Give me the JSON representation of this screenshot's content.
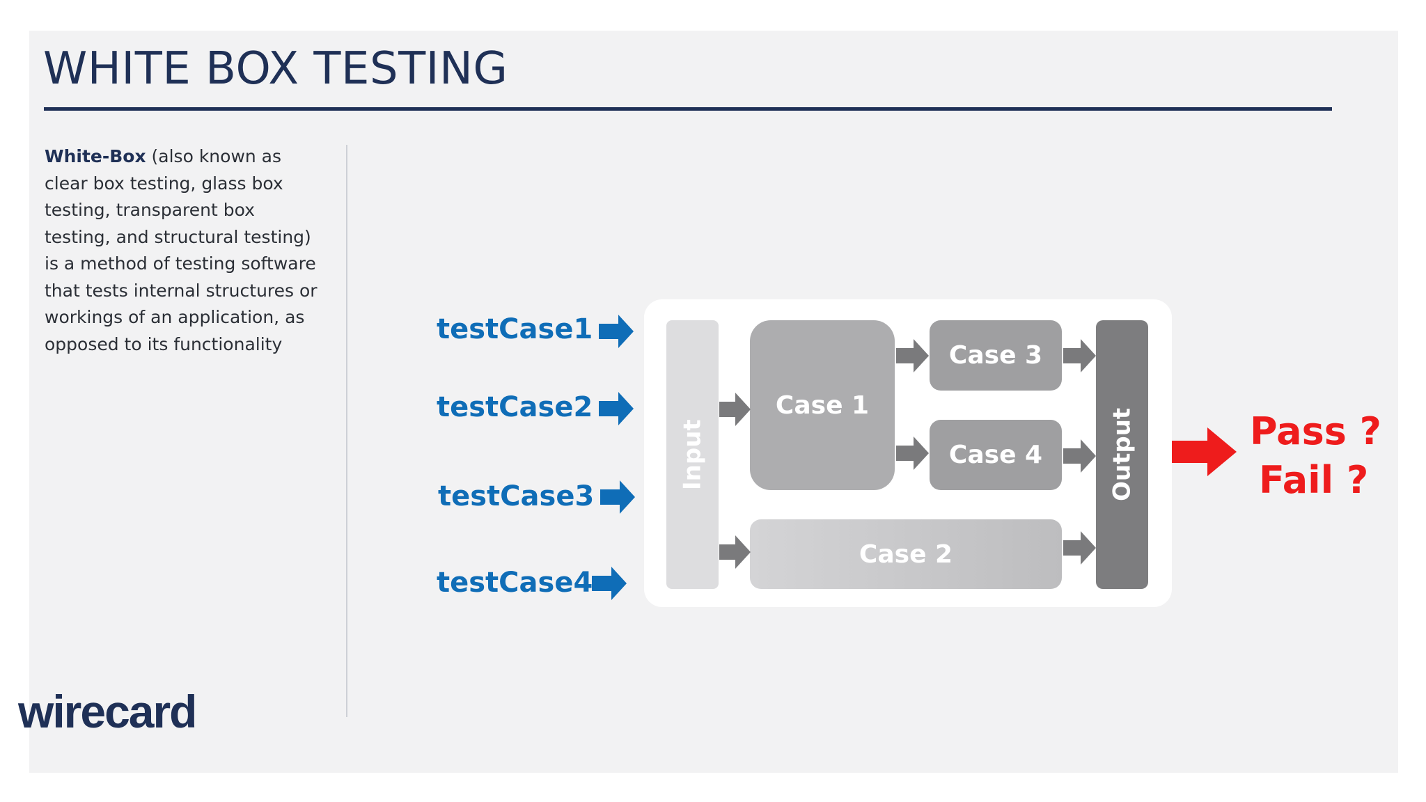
{
  "slide": {
    "title": "WHITE BOX TESTING",
    "description_strong": "White-Box",
    "description_rest": " (also known as clear box testing, glass box testing, transparent box testing, and structural testing) is a method of testing software that tests internal structures or workings of an application, as opposed to its functionality",
    "logo_text": "wirecard"
  },
  "diagram": {
    "test_cases": [
      "testCase1",
      "testCase2",
      "testCase3",
      "testCase4"
    ],
    "input_label": "Input",
    "output_label": "Output",
    "case1": "Case 1",
    "case2": "Case 2",
    "case3": "Case 3",
    "case4": "Case 4",
    "result_pass": "Pass ?",
    "result_fail": "Fail ?"
  },
  "colors": {
    "title": "#1f3056",
    "test_case_blue": "#0f6db7",
    "result_red": "#ee1c1c",
    "arrow_gray": "#7a7a7c"
  }
}
